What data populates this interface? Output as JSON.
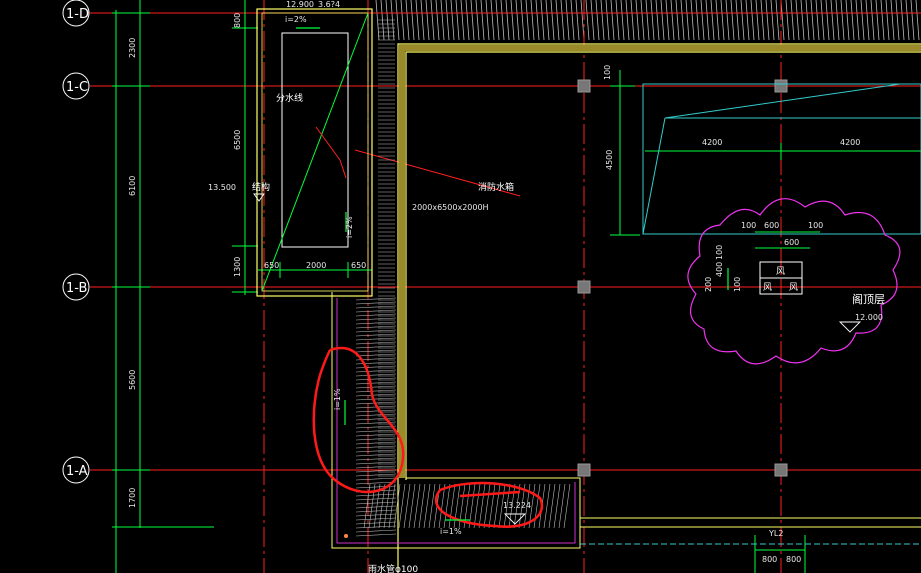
{
  "colors": {
    "background": "#000000",
    "axis_line": "#ff2020",
    "dimension": "#00ff3c",
    "wall": "#ffff66",
    "wall_fill": "#9a8a2a",
    "purple": "#cc33cc",
    "cyan": "#33cccc",
    "magenta_cloud": "#ee33ee",
    "annotation": "#ff1a1a",
    "text": "#ffffff"
  },
  "axes": {
    "1D": "1-D",
    "1C": "1-C",
    "1B": "1-B",
    "1A": "1-A"
  },
  "dims_left": {
    "d2300": "2300",
    "d6100": "6100",
    "d5600": "5600",
    "d1700": "1700"
  },
  "tank": {
    "top_value": "12.900",
    "top_value2": "3.6?4",
    "d800": "800",
    "slope_top": "i=2%",
    "d6500": "6500",
    "level": "13.500",
    "label_jiegou": "结构",
    "d1300": "1300",
    "d650a": "650",
    "d2000": "2000",
    "d650b": "650",
    "fenshuixian": "分水线",
    "slope_side": "i=2%"
  },
  "fire_tank": {
    "name": "消防水箱",
    "size": "2000x6500x2000H"
  },
  "right_area": {
    "d100": "100",
    "d4500": "4500",
    "d4200a": "4200",
    "d4200b": "4200",
    "cloud_d100a": "100",
    "cloud_d600a": "600",
    "cloud_d100b": "100",
    "cloud_d600b": "600",
    "cloud_v200": "200",
    "cloud_v400": "400",
    "cloud_v100a": "100",
    "cloud_v100b": "100",
    "vent_label_top": "风",
    "vent_label_l": "风",
    "vent_label_r": "风",
    "room_name": "阁顶层",
    "room_level": "12.000"
  },
  "bottom": {
    "slope_left": "i=1%",
    "slope_bottom": "i=1%",
    "level_bottom": "13.224",
    "yl2": "YL2",
    "d800a": "800",
    "d800b": "800",
    "drain": "雨水管φ100"
  }
}
